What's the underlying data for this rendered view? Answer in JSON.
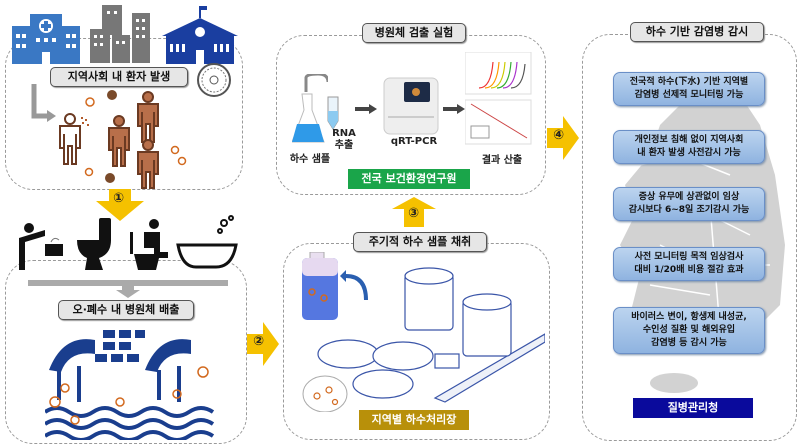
{
  "title": "하수 기반 감염병 감시 체계",
  "colors": {
    "arrow": "#f5c100",
    "green_org": "#1aa54a",
    "gold_org": "#b8900a",
    "navy_org": "#0a0a9c",
    "blue_box": "#9dbde6",
    "virus": "#c8541a",
    "person": "#9c5a3a"
  },
  "panel1": {
    "label": "지역사회 내 환자 발생",
    "icons": [
      "hospital-icon",
      "buildings-icon",
      "school-icon",
      "manhole-icon",
      "people-icon",
      "virus-icon"
    ]
  },
  "step1": {
    "number": "①"
  },
  "panel2": {
    "label": "오·폐수 내 병원체 배출",
    "icons": [
      "drinking-fountain-icon",
      "toilet-icon",
      "toilet-user-icon",
      "bathtub-icon",
      "sewer-outflow-icon"
    ]
  },
  "step2": {
    "number": "②"
  },
  "panel3": {
    "label": "주기적 하수 샘플 채취",
    "org": "지역별 하수처리장",
    "icons": [
      "sample-bottle-icon",
      "treatment-plant-icon"
    ]
  },
  "step3": {
    "number": "③"
  },
  "panel4": {
    "label": "병원체 검출 실험",
    "steps": [
      {
        "label": "하수 샘플"
      },
      {
        "label": "RNA\n추출"
      },
      {
        "label": "qRT-PCR"
      },
      {
        "label": "결과 산출"
      }
    ],
    "org": "전국 보건환경연구원"
  },
  "step4": {
    "number": "④"
  },
  "panel5": {
    "label": "하수 기반 감염병 감시",
    "benefits": [
      "전국적 하수(下水) 기반 지역별\n감염병 선제적 모니터링 가능",
      "개인정보 침해 없이 지역사회\n내 환자 발생 사전감시 가능",
      "증상 유무에 상관없이 임상\n감시보다 6~8일 조기감시 가능",
      "사전 모니터링 목적 임상검사\n대비 1/20배 비용 절감 효과",
      "바이러스 변이, 항생제 내성균,\n수인성 질환 및 해외유입\n감염병 등 감시 가능"
    ],
    "org": "질병관리청"
  }
}
